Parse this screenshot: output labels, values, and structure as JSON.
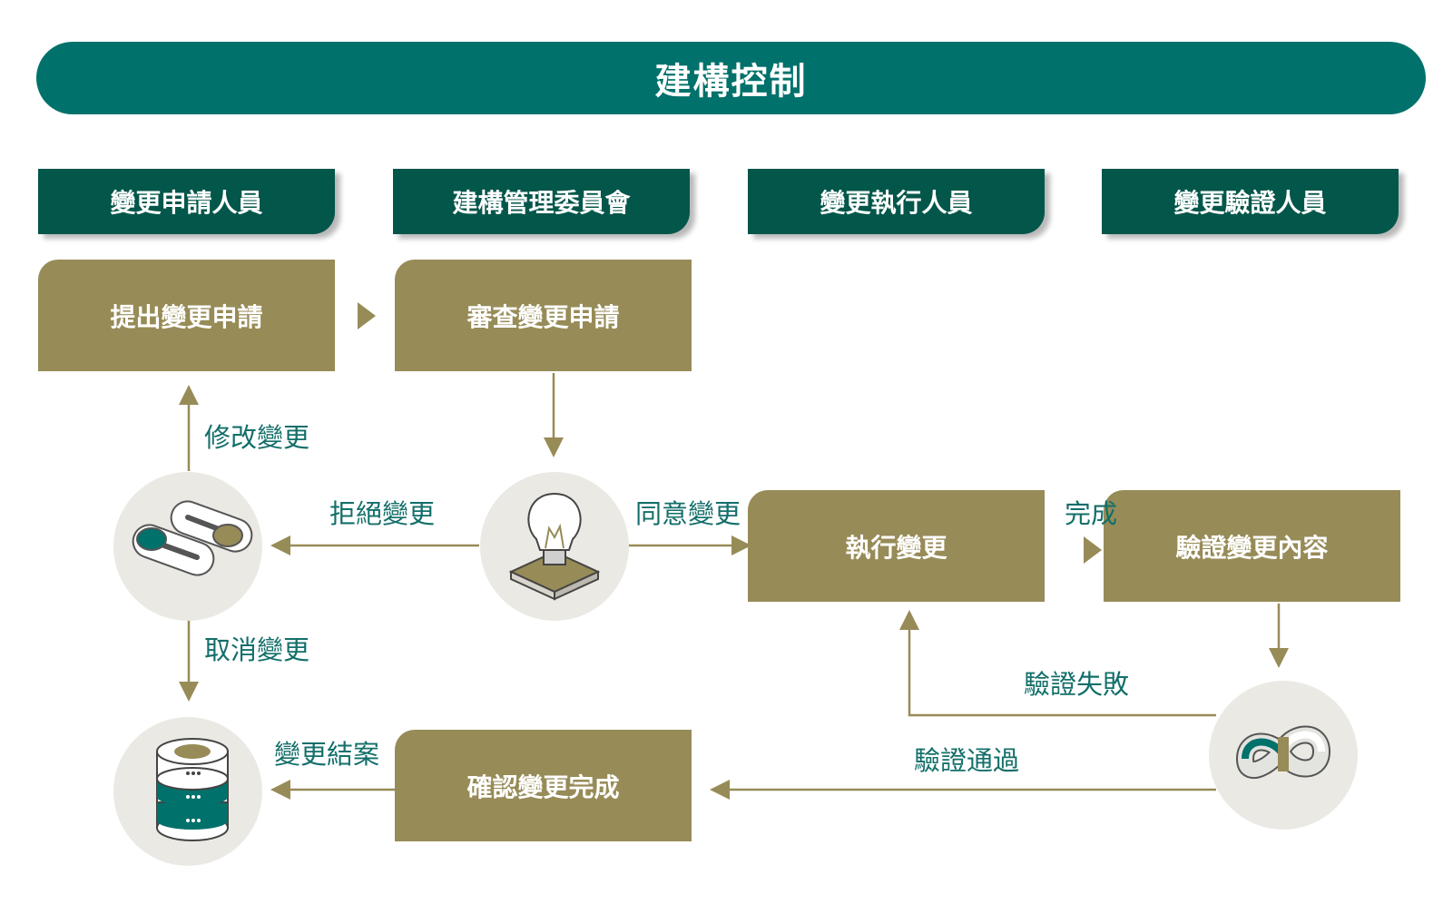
{
  "title": "建構控制",
  "roles": [
    "變更申請人員",
    "建構管理委員會",
    "變更執行人員",
    "變更驗證人員"
  ],
  "steps": {
    "submit": "提出變更申請",
    "review": "審查變更申請",
    "execute": "執行變更",
    "verify": "驗證變更內容",
    "confirm": "確認變更完成"
  },
  "labels": {
    "modify": "修改變更",
    "reject": "拒絕變更",
    "approve": "同意變更",
    "done": "完成",
    "cancel": "取消變更",
    "verify_fail": "驗證失敗",
    "verify_pass": "驗證通過",
    "close": "變更結案"
  },
  "icons": {
    "toggle": "toggle-switch-icon",
    "bulb": "light-bulb-icon",
    "infinity": "infinity-loop-icon",
    "database": "database-icon"
  },
  "colors": {
    "teal": "#00716b",
    "dark_teal": "#03564a",
    "olive": "#978b57",
    "circle_bg": "#ebe9e4"
  }
}
